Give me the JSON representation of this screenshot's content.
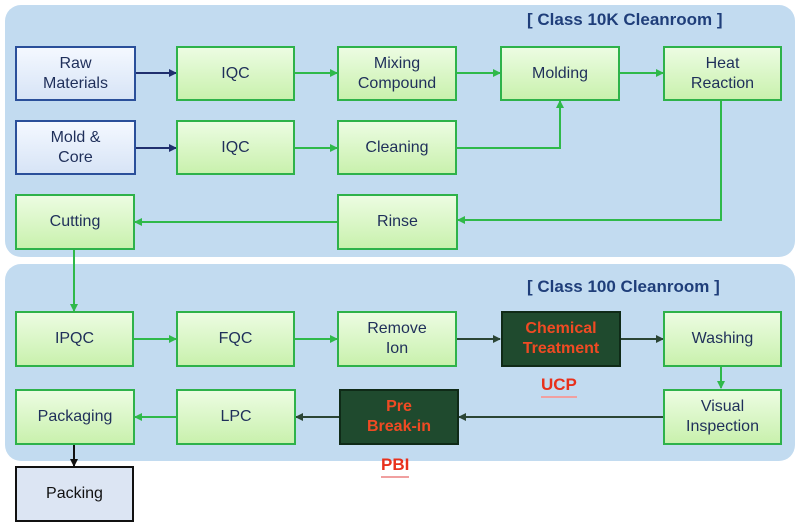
{
  "zones": [
    {
      "title": "[ Class 10K Cleanroom ]"
    },
    {
      "title": "[ Class 100 Cleanroom ]"
    }
  ],
  "nodes": {
    "raw_materials": "Raw\nMaterials",
    "iqc_1": "IQC",
    "mixing_compound": "Mixing\nCompound",
    "molding": "Molding",
    "heat_reaction": "Heat\nReaction",
    "mold_core": "Mold &\nCore",
    "iqc_2": "IQC",
    "cleaning": "Cleaning",
    "cutting": "Cutting",
    "rinse": "Rinse",
    "ipqc": "IPQC",
    "fqc": "FQC",
    "remove_ion": "Remove\nIon",
    "chemical_treatment": "Chemical\nTreatment",
    "washing": "Washing",
    "packaging": "Packaging",
    "lpc": "LPC",
    "pre_break_in": "Pre\nBreak-in",
    "visual_inspection": "Visual\nInspection",
    "packing": "Packing"
  },
  "labels": {
    "ucp": "UCP",
    "pbi": "PBI"
  },
  "colors": {
    "panel": "#c2dbf0",
    "green_arrow": "#2fb94a",
    "navy_arrow": "#1f2f6e",
    "dark_arrow": "#2b4535",
    "dark_box": "#1f4a2e",
    "highlight_text": "#f04a23"
  }
}
